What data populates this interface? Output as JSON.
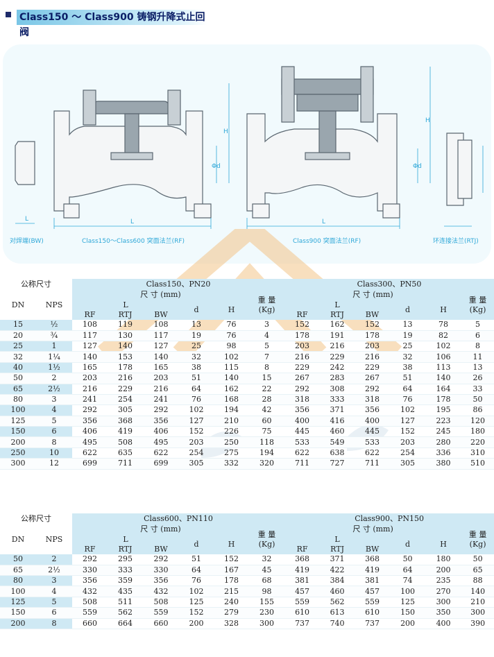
{
  "title": "Class150 ～ Class900 铸钢升降式止回阀",
  "diagram_labels": {
    "bw": "对焊端(BW)",
    "rf_left": "Class150～Class600  突面法兰(RF)",
    "rf_right": "Class900  突面法兰(RF)",
    "rtj": "环连接法兰(RTJ)",
    "dim_h": "H",
    "dim_d": "Φd",
    "dim_l": "L"
  },
  "headers": {
    "size": "公称尺寸",
    "dn": "DN",
    "nps": "NPS",
    "dims": "尺 寸 (mm)",
    "L": "L",
    "rf": "RF",
    "rtj": "RTJ",
    "bw": "BW",
    "d": "d",
    "H": "H",
    "weight": "重 量",
    "weight_unit": "(Kg)"
  },
  "table1": {
    "class_a": "Class150、PN20",
    "class_b": "Class300、PN50",
    "rows": [
      {
        "dn": "15",
        "nps": "½",
        "a": [
          "108",
          "119",
          "108",
          "13",
          "76",
          "3"
        ],
        "b": [
          "152",
          "162",
          "152",
          "13",
          "78",
          "5"
        ]
      },
      {
        "dn": "20",
        "nps": "¾",
        "a": [
          "117",
          "130",
          "117",
          "19",
          "76",
          "4"
        ],
        "b": [
          "178",
          "191",
          "178",
          "19",
          "82",
          "6"
        ]
      },
      {
        "dn": "25",
        "nps": "1",
        "a": [
          "127",
          "140",
          "127",
          "25",
          "98",
          "5"
        ],
        "b": [
          "203",
          "216",
          "203",
          "25",
          "102",
          "8"
        ]
      },
      {
        "dn": "32",
        "nps": "1¼",
        "a": [
          "140",
          "153",
          "140",
          "32",
          "102",
          "7"
        ],
        "b": [
          "216",
          "229",
          "216",
          "32",
          "106",
          "11"
        ]
      },
      {
        "dn": "40",
        "nps": "1½",
        "a": [
          "165",
          "178",
          "165",
          "38",
          "115",
          "8"
        ],
        "b": [
          "229",
          "242",
          "229",
          "38",
          "113",
          "13"
        ]
      },
      {
        "dn": "50",
        "nps": "2",
        "a": [
          "203",
          "216",
          "203",
          "51",
          "140",
          "15"
        ],
        "b": [
          "267",
          "283",
          "267",
          "51",
          "140",
          "26"
        ]
      },
      {
        "dn": "65",
        "nps": "2½",
        "a": [
          "216",
          "229",
          "216",
          "64",
          "162",
          "22"
        ],
        "b": [
          "292",
          "308",
          "292",
          "64",
          "164",
          "33"
        ]
      },
      {
        "dn": "80",
        "nps": "3",
        "a": [
          "241",
          "254",
          "241",
          "76",
          "168",
          "28"
        ],
        "b": [
          "318",
          "333",
          "318",
          "76",
          "178",
          "50"
        ]
      },
      {
        "dn": "100",
        "nps": "4",
        "a": [
          "292",
          "305",
          "292",
          "102",
          "194",
          "42"
        ],
        "b": [
          "356",
          "371",
          "356",
          "102",
          "195",
          "86"
        ]
      },
      {
        "dn": "125",
        "nps": "5",
        "a": [
          "356",
          "368",
          "356",
          "127",
          "210",
          "60"
        ],
        "b": [
          "400",
          "416",
          "400",
          "127",
          "223",
          "120"
        ]
      },
      {
        "dn": "150",
        "nps": "6",
        "a": [
          "406",
          "419",
          "406",
          "152",
          "226",
          "75"
        ],
        "b": [
          "445",
          "460",
          "445",
          "152",
          "245",
          "180"
        ]
      },
      {
        "dn": "200",
        "nps": "8",
        "a": [
          "495",
          "508",
          "495",
          "203",
          "250",
          "118"
        ],
        "b": [
          "533",
          "549",
          "533",
          "203",
          "280",
          "220"
        ]
      },
      {
        "dn": "250",
        "nps": "10",
        "a": [
          "622",
          "635",
          "622",
          "254",
          "275",
          "194"
        ],
        "b": [
          "622",
          "638",
          "622",
          "254",
          "336",
          "310"
        ]
      },
      {
        "dn": "300",
        "nps": "12",
        "a": [
          "699",
          "711",
          "699",
          "305",
          "332",
          "320"
        ],
        "b": [
          "711",
          "727",
          "711",
          "305",
          "380",
          "510"
        ]
      }
    ]
  },
  "table2": {
    "class_a": "Class600、PN110",
    "class_b": "Class900、PN150",
    "rows": [
      {
        "dn": "50",
        "nps": "2",
        "a": [
          "292",
          "295",
          "292",
          "51",
          "152",
          "32"
        ],
        "b": [
          "368",
          "371",
          "368",
          "50",
          "180",
          "50"
        ]
      },
      {
        "dn": "65",
        "nps": "2½",
        "a": [
          "330",
          "333",
          "330",
          "64",
          "167",
          "45"
        ],
        "b": [
          "419",
          "422",
          "419",
          "64",
          "200",
          "65"
        ]
      },
      {
        "dn": "80",
        "nps": "3",
        "a": [
          "356",
          "359",
          "356",
          "76",
          "178",
          "68"
        ],
        "b": [
          "381",
          "384",
          "381",
          "74",
          "235",
          "88"
        ]
      },
      {
        "dn": "100",
        "nps": "4",
        "a": [
          "432",
          "435",
          "432",
          "102",
          "215",
          "98"
        ],
        "b": [
          "457",
          "460",
          "457",
          "100",
          "270",
          "140"
        ]
      },
      {
        "dn": "125",
        "nps": "5",
        "a": [
          "508",
          "511",
          "508",
          "125",
          "240",
          "155"
        ],
        "b": [
          "559",
          "562",
          "559",
          "125",
          "300",
          "210"
        ]
      },
      {
        "dn": "150",
        "nps": "6",
        "a": [
          "559",
          "562",
          "559",
          "152",
          "279",
          "230"
        ],
        "b": [
          "610",
          "613",
          "610",
          "150",
          "350",
          "300"
        ]
      },
      {
        "dn": "200",
        "nps": "8",
        "a": [
          "660",
          "664",
          "660",
          "200",
          "328",
          "300"
        ],
        "b": [
          "737",
          "740",
          "737",
          "200",
          "400",
          "390"
        ]
      }
    ]
  },
  "colors": {
    "header_bg": "#cfe9f4",
    "title_text": "#0b1e66",
    "line_blue": "#2fa8d8",
    "watermark": "#f3c58a"
  }
}
